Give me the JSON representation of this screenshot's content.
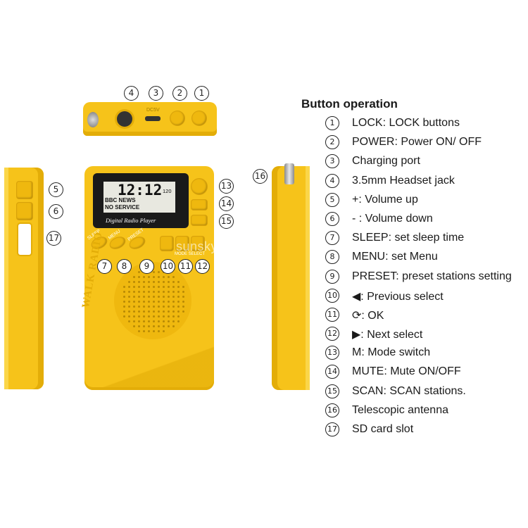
{
  "legend": {
    "title": "Button operation",
    "items": [
      {
        "num": "1",
        "label": "LOCK: LOCK buttons"
      },
      {
        "num": "2",
        "label": "POWER: Power ON/ OFF"
      },
      {
        "num": "3",
        "label": "Charging port"
      },
      {
        "num": "4",
        "label": "3.5mm Headset jack"
      },
      {
        "num": "5",
        "label": "+:      Volume up"
      },
      {
        "num": "6",
        "label": "- :      Volume down"
      },
      {
        "num": "7",
        "label": "SLEEP:    set sleep time"
      },
      {
        "num": "8",
        "label": "MENU:    set Menu"
      },
      {
        "num": "9",
        "label": "PRESET:   preset stations setting"
      },
      {
        "num": "10",
        "label": "◀: Previous select"
      },
      {
        "num": "11",
        "label": "⟳: OK"
      },
      {
        "num": "12",
        "label": "▶: Next select"
      },
      {
        "num": "13",
        "label": "M:     Mode switch"
      },
      {
        "num": "14",
        "label": "MUTE: Mute ON/OFF"
      },
      {
        "num": "15",
        "label": "SCAN:     SCAN stations."
      },
      {
        "num": "16",
        "label": "Telescopic antenna"
      },
      {
        "num": "17",
        "label": "SD card slot"
      }
    ]
  },
  "device": {
    "screen_time": "12:12",
    "screen_line1": "BBC NEWS",
    "screen_line2": "NO SERVICE",
    "screen_side": "120",
    "brand_label": "Digital Radio Player",
    "side_text": "WALK RADIO",
    "btn_sleep": "SLEEP",
    "btn_menu": "MENU",
    "btn_preset": "PRESET",
    "btn_mode_select": "MODE SELECT",
    "top_port_label": "DC5V"
  },
  "callouts": {
    "top": [
      "4",
      "3",
      "2",
      "1"
    ],
    "left": [
      "5",
      "6",
      "17"
    ],
    "front_right": [
      "13",
      "14",
      "15"
    ],
    "front_bottom": [
      "7",
      "8",
      "9",
      "10",
      "11",
      "12"
    ],
    "antenna": "16"
  },
  "watermark": "sunsky-online.com",
  "colors": {
    "body": "#f6c31a",
    "button": "#efb80f",
    "screen": "#1a1a1a",
    "lcd": "#e8e8e0"
  }
}
